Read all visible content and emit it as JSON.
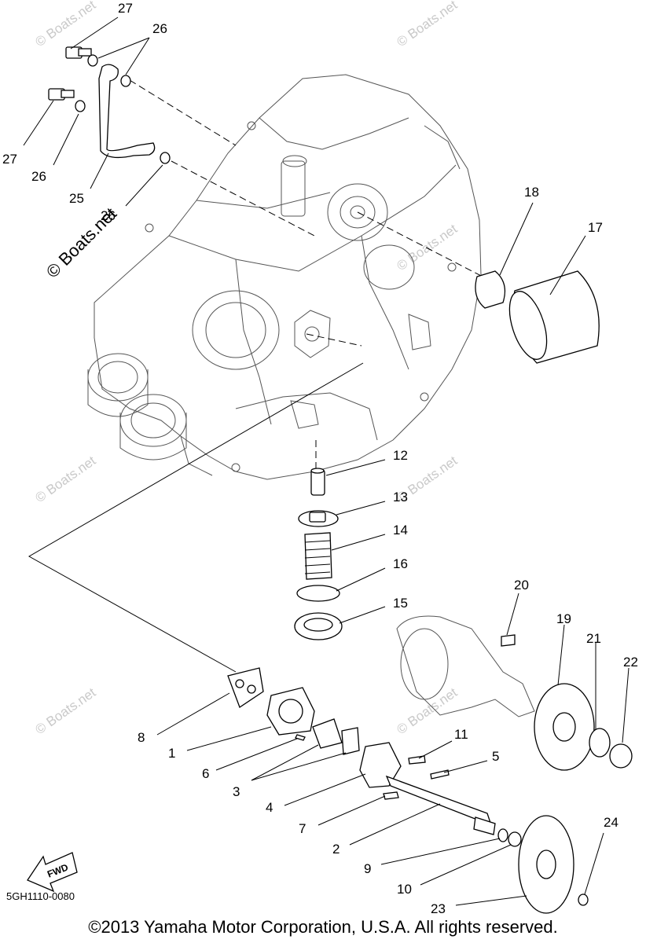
{
  "callouts": {
    "c1": "1",
    "c2": "2",
    "c3": "3",
    "c4": "4",
    "c5": "5",
    "c6": "6",
    "c7": "7",
    "c8": "8",
    "c9": "9",
    "c10": "10",
    "c11": "11",
    "c12": "12",
    "c13": "13",
    "c14": "14",
    "c15": "15",
    "c16": "16",
    "c17": "17",
    "c18": "18",
    "c19": "19",
    "c20": "20",
    "c21": "21",
    "c22": "22",
    "c23": "23",
    "c24": "24",
    "c25": "25",
    "c26a": "26",
    "c26b": "26",
    "c26c": "26",
    "c27a": "27",
    "c27b": "27"
  },
  "fwd_label": "FWD",
  "watermark": "© Boats.net",
  "diagram_code": "5GH1110-0080",
  "copyright": "©2013 Yamaha Motor Corporation, U.S.A. All rights reserved."
}
